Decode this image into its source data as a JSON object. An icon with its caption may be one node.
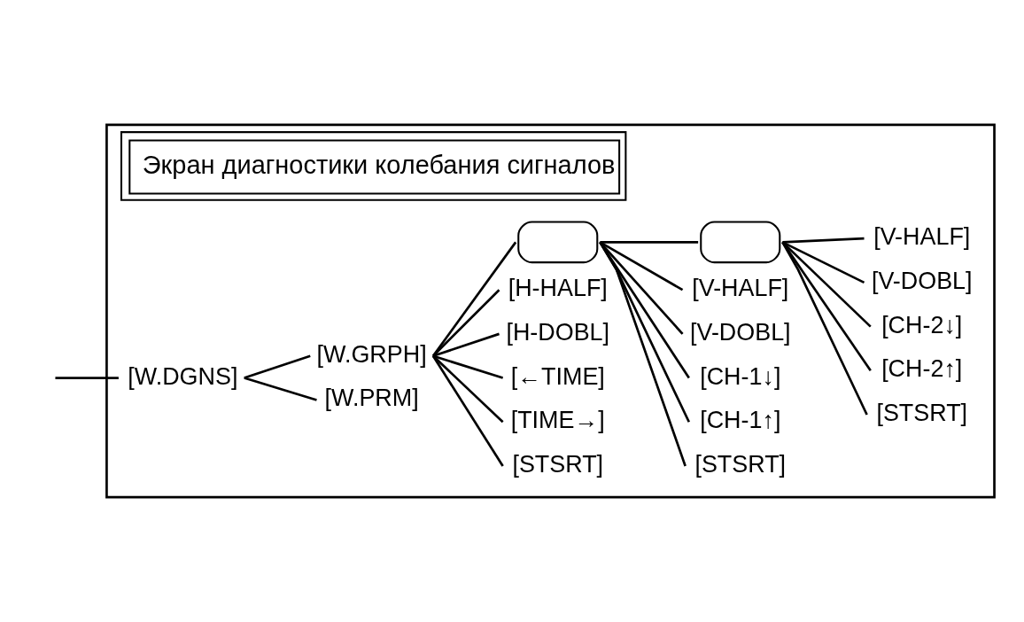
{
  "diagram": {
    "nodes": [
      {
        "text": [
          "Экран диагностики колебания сигналов"
        ]
      },
      {
        "text": [
          "[W.DGNS]"
        ],
        "in": 0
      },
      {
        "text": [
          "[W.PRM]"
        ],
        "in": 0
      },
      {
        "text": [
          "[W.GRPH]"
        ],
        "in": 0
      },
      {
        "text": [
          "[STSRT]"
        ],
        "in": 0
      },
      {
        "text": [
          "[TIME→]"
        ],
        "in": 0
      },
      {
        "text": [
          "[←TIME]"
        ],
        "in": 0
      },
      {
        "text": [
          "[H-DOBL]"
        ],
        "in": 0
      },
      {
        "text": [
          "[H-HALF]"
        ],
        "in": 0
      },
      {
        "text": [],
        "shape": "box",
        "in": 0
      },
      {
        "text": [
          "[STSRT]"
        ],
        "in": 0
      },
      {
        "text": [
          "[CH-1↑]"
        ],
        "in": 0
      },
      {
        "text": [
          "[CH-1↓]"
        ],
        "in": 0
      },
      {
        "text": [
          "[V-DOBL]"
        ],
        "in": 0
      },
      {
        "text": [
          "[V-HALF]"
        ],
        "in": 0
      },
      {
        "text": [],
        "shape": "box",
        "in": 0
      },
      {
        "text": [
          "[STSRT]"
        ],
        "in": 0
      },
      {
        "text": [
          "[CH-2↑]"
        ],
        "in": 0
      },
      {
        "text": [
          "[CH-2↓]"
        ],
        "in": 0
      },
      {
        "text": [
          "[V-DOBL]"
        ],
        "in": 0
      },
      {
        "text": [
          "[V-HALF]"
        ],
        "in": 0
      }
    ],
    "edges": [
      {
        "from": null,
        "to": 1,
        "arrow": "none"
      },
      {
        "from": 1,
        "to": 2,
        "arrow": "none"
      },
      {
        "from": 1,
        "to": 3,
        "arrow": "none"
      },
      {
        "from": 3,
        "to": 4,
        "arrow": "none"
      },
      {
        "from": 3,
        "to": 5,
        "arrow": "none"
      },
      {
        "from": 3,
        "to": 6,
        "arrow": "none"
      },
      {
        "from": 3,
        "to": 7,
        "arrow": "none"
      },
      {
        "from": 3,
        "to": 8,
        "arrow": "none"
      },
      {
        "from": 3,
        "to": 9,
        "arrow": "none"
      },
      {
        "from": 9,
        "to": 10,
        "arrow": "none"
      },
      {
        "from": 9,
        "to": 11,
        "arrow": "none"
      },
      {
        "from": 9,
        "to": 12,
        "arrow": "none"
      },
      {
        "from": 9,
        "to": 13,
        "arrow": "none"
      },
      {
        "from": 9,
        "to": 14,
        "arrow": "none"
      },
      {
        "from": 9,
        "to": 15,
        "arrow": "none"
      },
      {
        "from": 15,
        "to": 16,
        "arrow": "none"
      },
      {
        "from": 15,
        "to": 17,
        "arrow": "none"
      },
      {
        "from": 15,
        "to": 18,
        "arrow": "none"
      },
      {
        "from": 15,
        "to": 19,
        "arrow": "none"
      },
      {
        "from": 15,
        "to": 20,
        "arrow": "none"
      }
    ]
  }
}
